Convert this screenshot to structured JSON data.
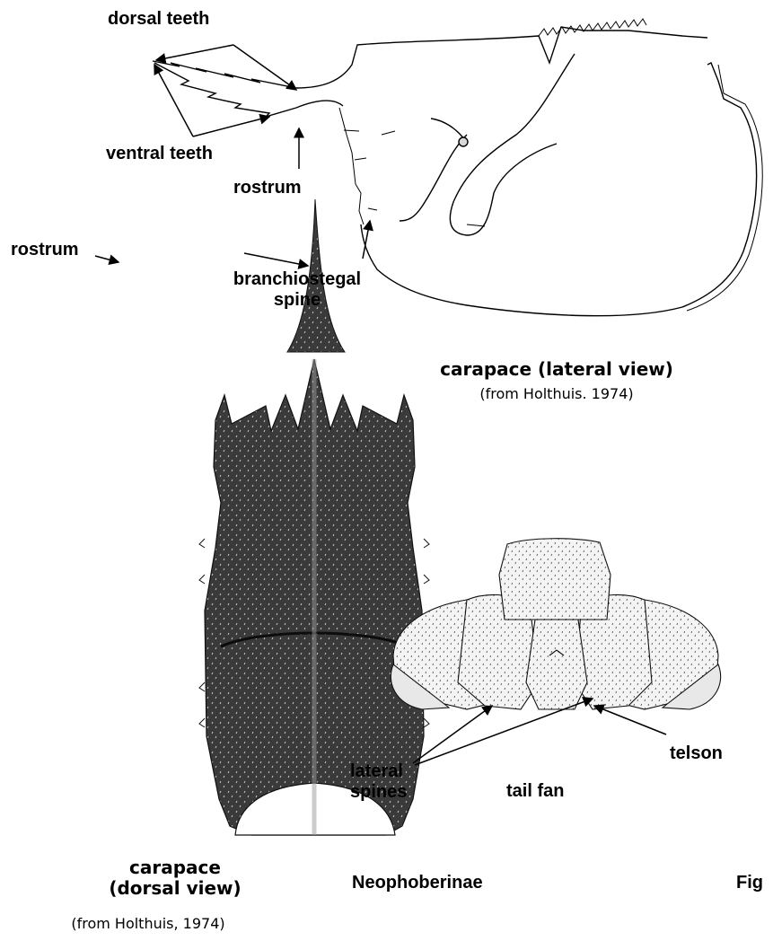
{
  "labels": {
    "dorsal_teeth": "dorsal   teeth",
    "ventral_teeth": "ventral teeth",
    "rostrum_lateral": "rostrum",
    "rostrum_dorsal": "rostrum",
    "branchiostegal_spine": [
      "branchiostegal",
      "spine"
    ],
    "lateral_spines": [
      "lateral",
      "spines"
    ],
    "tail_fan": "tail fan",
    "telson": "telson"
  },
  "captions": {
    "lateral_title": "carapace (lateral view)",
    "lateral_source": "(from Holthuis. 1974)",
    "dorsal_title": [
      "carapace",
      "(dorsal view)"
    ],
    "dorsal_source": "(from Holthuis, 1974)",
    "subfamily": "Neophoberinae",
    "figure_fragment": "Fig"
  }
}
